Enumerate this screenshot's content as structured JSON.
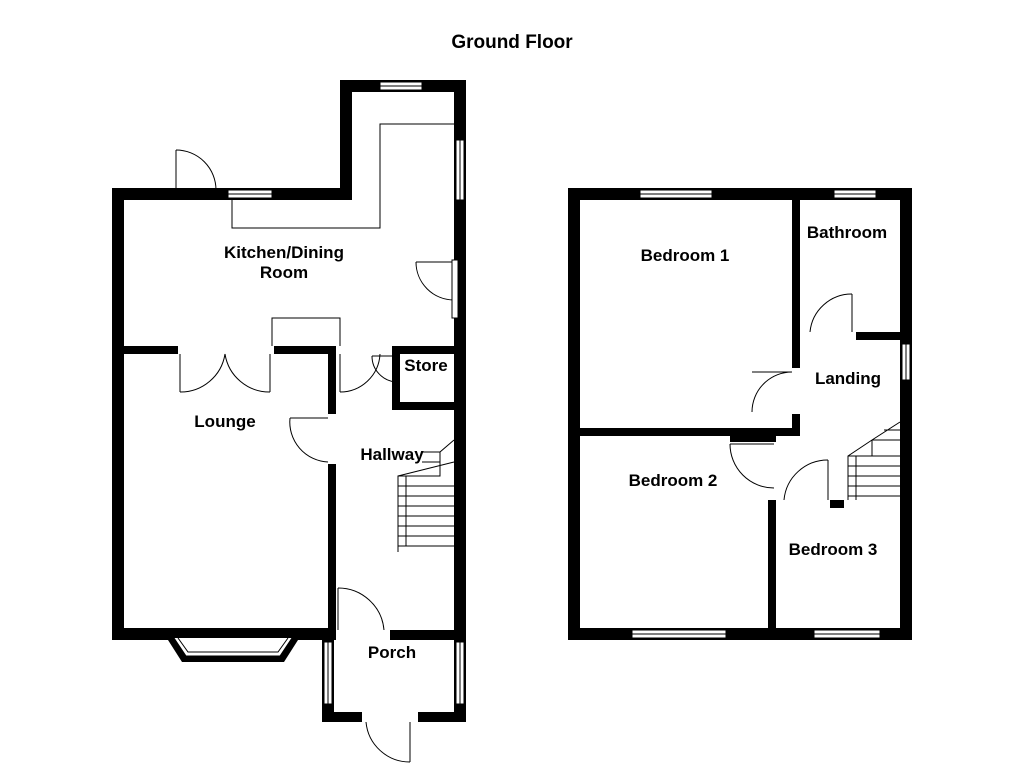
{
  "title": "Ground Floor",
  "rooms": {
    "kitchen_line1": "Kitchen/Dining",
    "kitchen_line2": "Room",
    "lounge": "Lounge",
    "hallway": "Hallway",
    "store": "Store",
    "porch": "Porch",
    "bedroom1": "Bedroom 1",
    "bathroom": "Bathroom",
    "landing": "Landing",
    "bedroom2": "Bedroom 2",
    "bedroom3": "Bedroom 3"
  }
}
